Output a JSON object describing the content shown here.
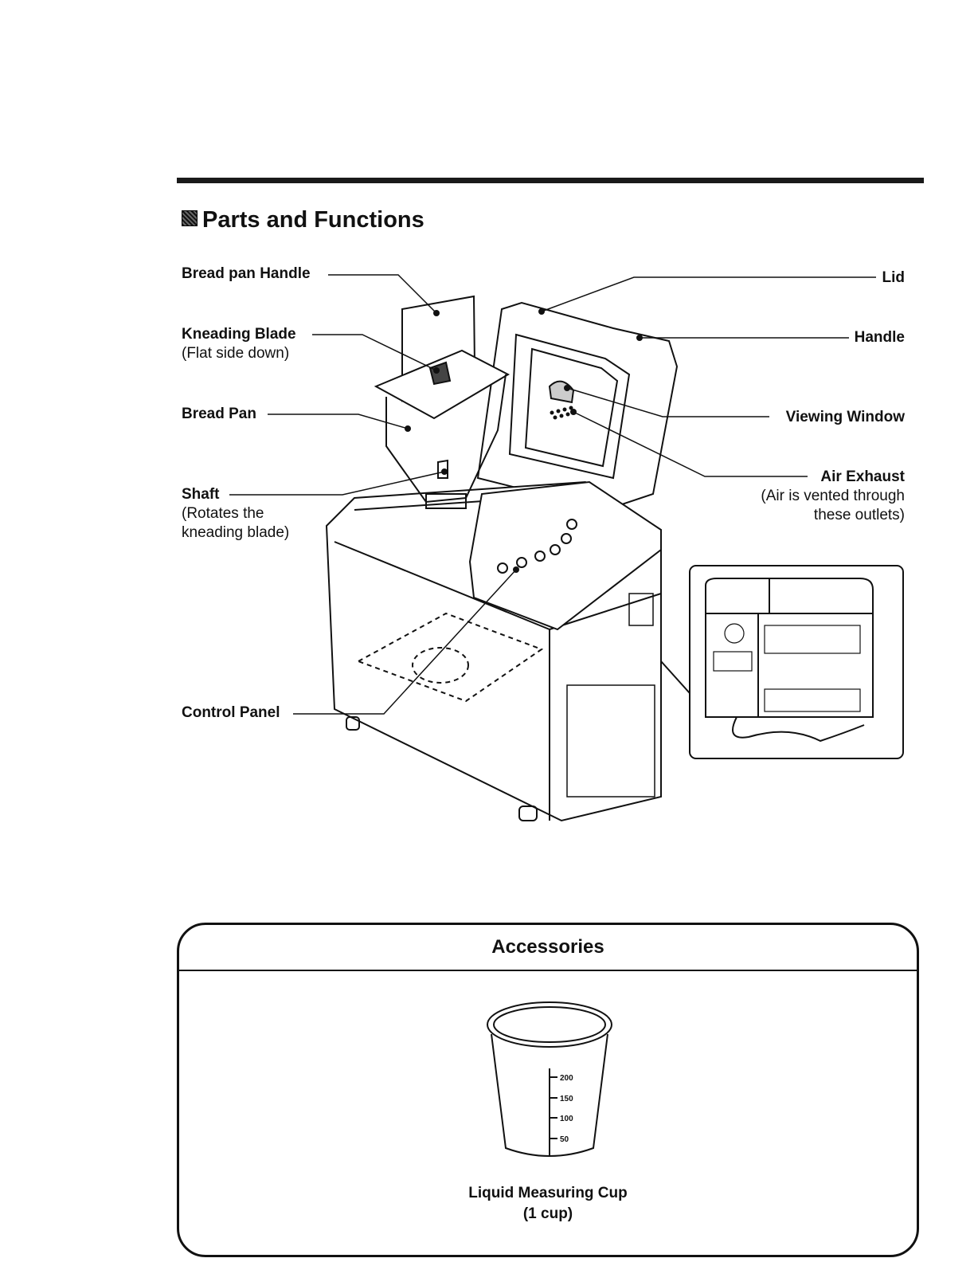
{
  "header": {
    "title": "Parts and Functions"
  },
  "labels": {
    "bread_pan_handle": "Bread pan Handle",
    "kneading_blade": "Kneading Blade",
    "kneading_blade_note": "(Flat side down)",
    "bread_pan": "Bread Pan",
    "shaft": "Shaft",
    "shaft_note_1": "(Rotates the",
    "shaft_note_2": "kneading blade)",
    "control_panel": "Control Panel",
    "lid": "Lid",
    "handle": "Handle",
    "viewing_window": "Viewing Window",
    "air_exhaust": "Air Exhaust",
    "air_exhaust_note_1": "(Air is vented through",
    "air_exhaust_note_2": "these outlets)"
  },
  "accessories": {
    "title": "Accessories",
    "item_name": "Liquid Measuring Cup",
    "item_note": "(1 cup)",
    "scale_marks": [
      "200",
      "150",
      "100",
      "50"
    ]
  }
}
